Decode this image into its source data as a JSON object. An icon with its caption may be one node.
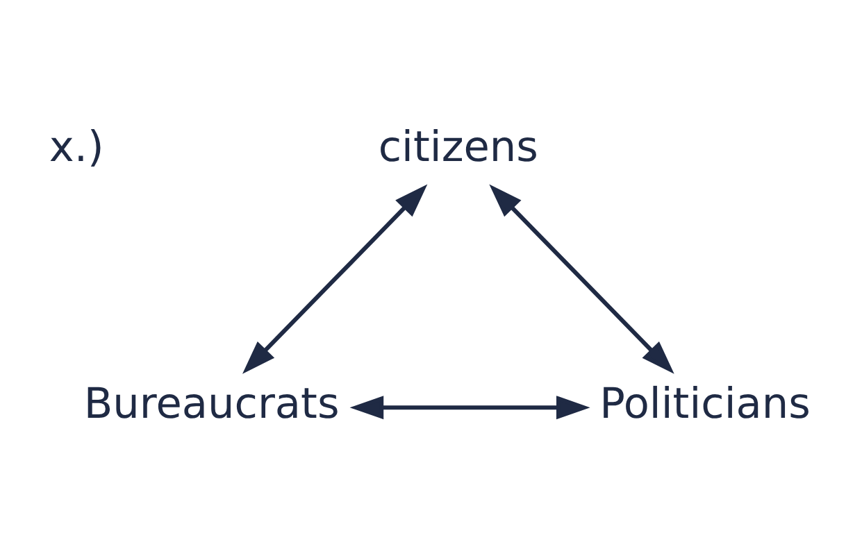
{
  "diagram": {
    "nodes": [
      {
        "text": [
          "citizens"
        ]
      },
      {
        "text": [
          "Bureaucrats"
        ]
      },
      {
        "text": [
          "Politicians"
        ]
      }
    ],
    "edges": [
      {
        "from": 0,
        "to": 1,
        "arrow": "both"
      },
      {
        "from": 0,
        "to": 2,
        "arrow": "both"
      },
      {
        "from": 1,
        "to": 2,
        "arrow": "both"
      }
    ],
    "labels": [
      "x.)"
    ]
  }
}
